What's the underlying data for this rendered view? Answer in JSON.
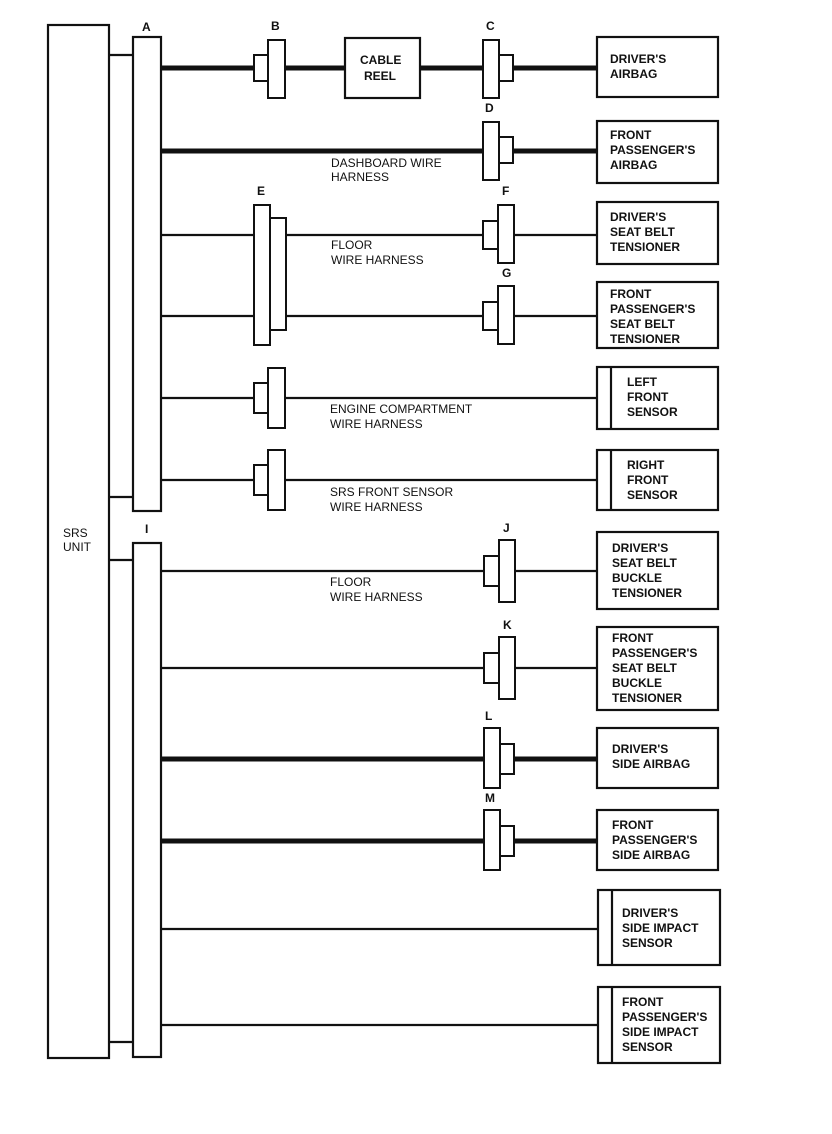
{
  "srs_unit": {
    "lines": [
      "SRS",
      "UNIT"
    ]
  },
  "connector_labels": {
    "A": "A",
    "B": "B",
    "C": "C",
    "D": "D",
    "E": "E",
    "F": "F",
    "G": "G",
    "I": "I",
    "J": "J",
    "K": "K",
    "L": "L",
    "M": "M"
  },
  "cable_reel": [
    "CABLE",
    "REEL"
  ],
  "harnesses": {
    "dashboard": [
      "DASHBOARD WIRE",
      "HARNESS"
    ],
    "floor_upper": [
      "FLOOR",
      "WIRE HARNESS"
    ],
    "engine": [
      "ENGINE COMPARTMENT",
      "WIRE HARNESS"
    ],
    "srs_front_sensor": [
      "SRS FRONT SENSOR",
      "WIRE HARNESS"
    ],
    "floor_lower": [
      "FLOOR",
      "WIRE HARNESS"
    ]
  },
  "components": [
    {
      "id": "drivers-airbag",
      "lines": [
        "DRIVER'S",
        "AIRBAG"
      ]
    },
    {
      "id": "front-passengers-airbag",
      "lines": [
        "FRONT",
        "PASSENGER'S",
        "AIRBAG"
      ]
    },
    {
      "id": "drivers-seat-belt-tensioner",
      "lines": [
        "DRIVER'S",
        "SEAT BELT",
        "TENSIONER"
      ]
    },
    {
      "id": "front-passengers-seat-belt-tensioner",
      "lines": [
        "FRONT",
        "PASSENGER'S",
        "SEAT BELT",
        "TENSIONER"
      ]
    },
    {
      "id": "left-front-sensor",
      "lines": [
        "LEFT",
        "FRONT",
        "SENSOR"
      ]
    },
    {
      "id": "right-front-sensor",
      "lines": [
        "RIGHT",
        "FRONT",
        "SENSOR"
      ]
    },
    {
      "id": "drivers-seat-belt-buckle-tensioner",
      "lines": [
        "DRIVER'S",
        "SEAT BELT",
        "BUCKLE",
        "TENSIONER"
      ]
    },
    {
      "id": "front-passengers-seat-belt-buckle-tensioner",
      "lines": [
        "FRONT",
        "PASSENGER'S",
        "SEAT BELT",
        "BUCKLE",
        "TENSIONER"
      ]
    },
    {
      "id": "drivers-side-airbag",
      "lines": [
        "DRIVER'S",
        "SIDE AIRBAG"
      ]
    },
    {
      "id": "front-passengers-side-airbag",
      "lines": [
        "FRONT",
        "PASSENGER'S",
        "SIDE AIRBAG"
      ]
    },
    {
      "id": "drivers-side-impact-sensor",
      "lines": [
        "DRIVER'S",
        "SIDE IMPACT",
        "SENSOR"
      ]
    },
    {
      "id": "front-passengers-side-impact-sensor",
      "lines": [
        "FRONT",
        "PASSENGER'S",
        "SIDE IMPACT",
        "SENSOR"
      ]
    }
  ]
}
